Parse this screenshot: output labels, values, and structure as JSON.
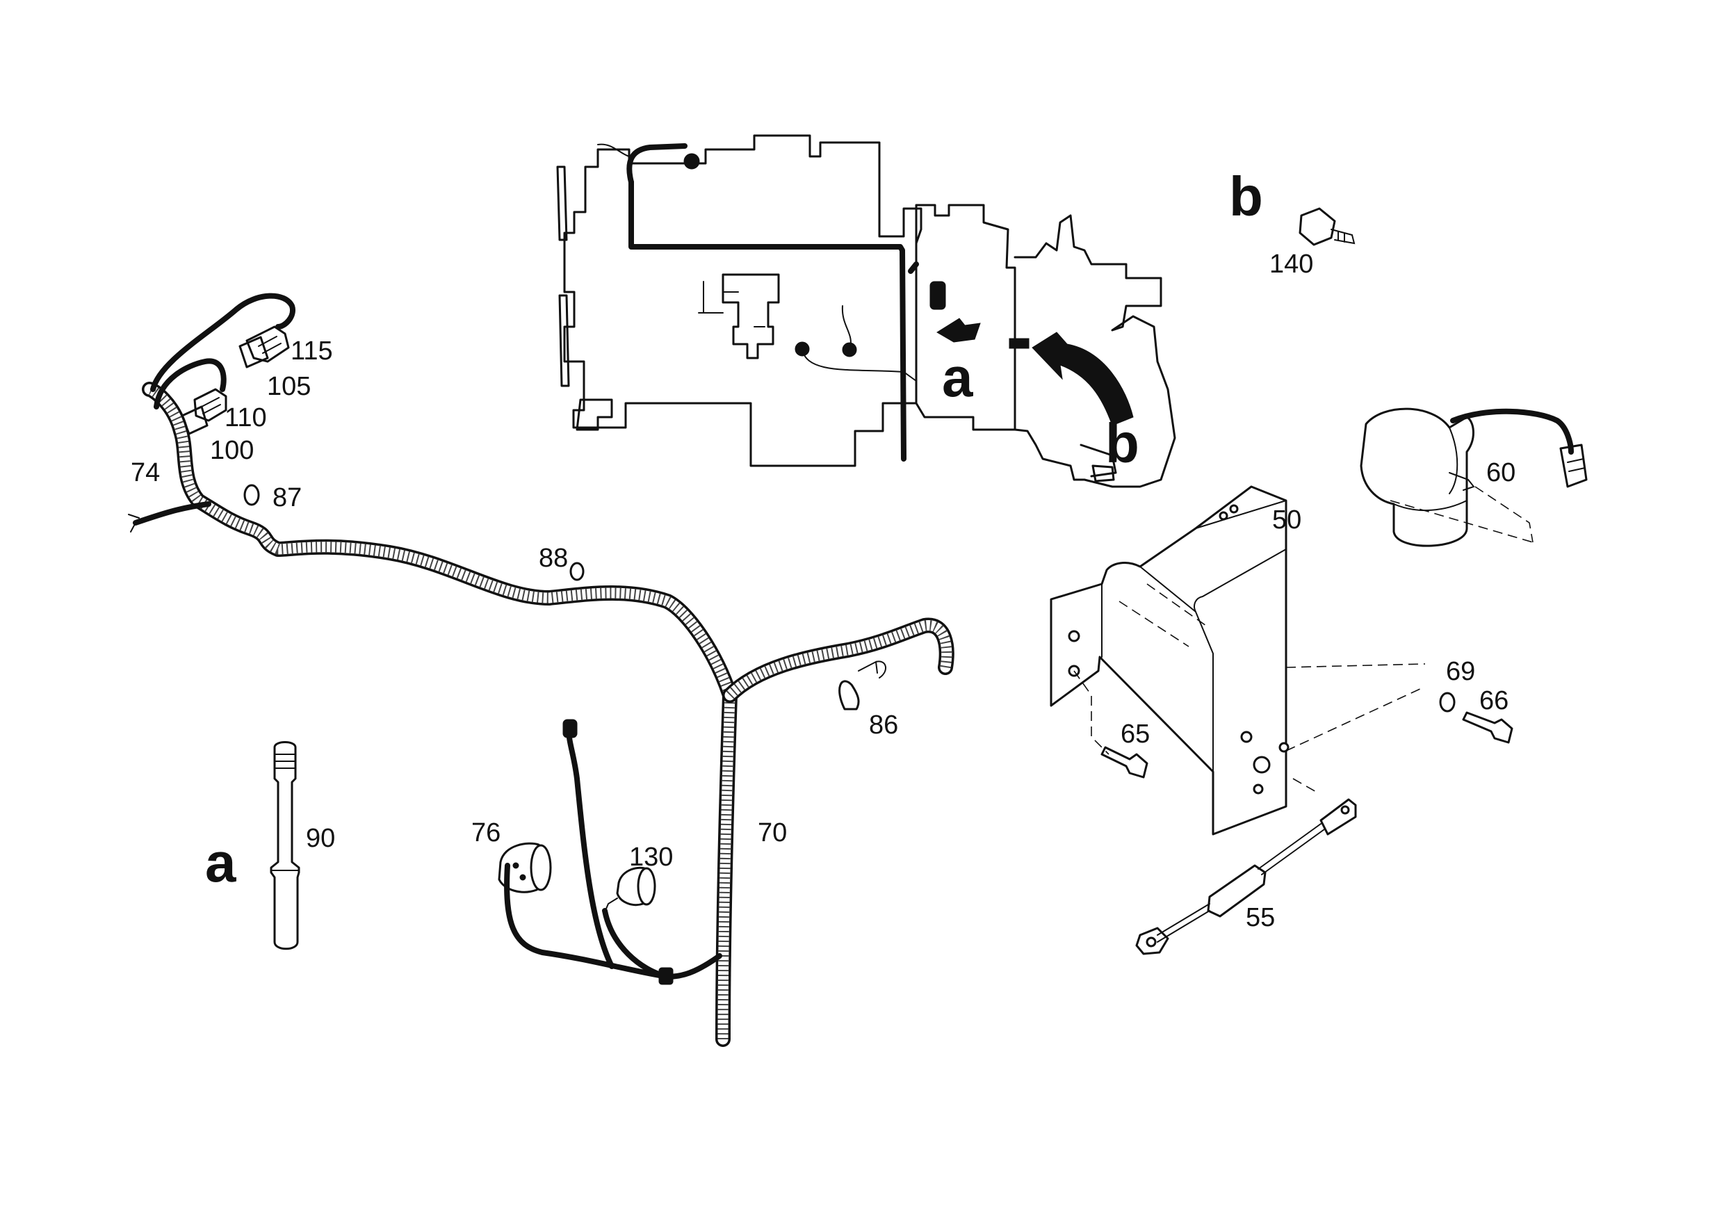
{
  "callouts": {
    "c115": "115",
    "c105": "105",
    "c110": "110",
    "c100": "100",
    "c74": "74",
    "c87": "87",
    "c88": "88",
    "c86": "86",
    "c90": "90",
    "c76": "76",
    "c130": "130",
    "c70": "70",
    "c140": "140",
    "c60": "60",
    "c50": "50",
    "c69": "69",
    "c66": "66",
    "c65": "65",
    "c55": "55"
  },
  "view_letters": {
    "a_engine": "a",
    "b_engine": "b",
    "b_detail": "b",
    "a_detail": "a"
  }
}
